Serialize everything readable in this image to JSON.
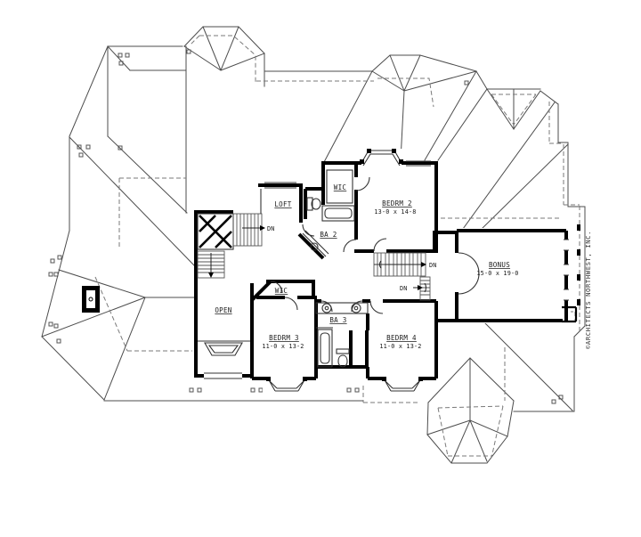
{
  "drawing": {
    "type": "upper-floor-plan",
    "line_color": "#4d4d4d",
    "wall_color": "#000000"
  },
  "labels": {
    "loft": "LOFT",
    "wic_top": "WIC",
    "wic_mid": "WIC",
    "bedrm2_name": "BEDRM 2",
    "bedrm2_dim": "13-0 x 14-8",
    "ba2": "BA 2",
    "open": "OPEN",
    "bedrm3_name": "BEDRM 3",
    "bedrm3_dim": "11-0 x 13-2",
    "ba3": "BA 3",
    "bedrm4_name": "BEDRM 4",
    "bedrm4_dim": "11-0 x 13-2",
    "bonus_name": "BONUS",
    "bonus_dim": "15-0 x 19-0",
    "dn_upper": "DN",
    "dn_mid": "DN",
    "dn_lower": "DN",
    "copyright": "©ARCHITECTS NORTHWEST, INC."
  }
}
